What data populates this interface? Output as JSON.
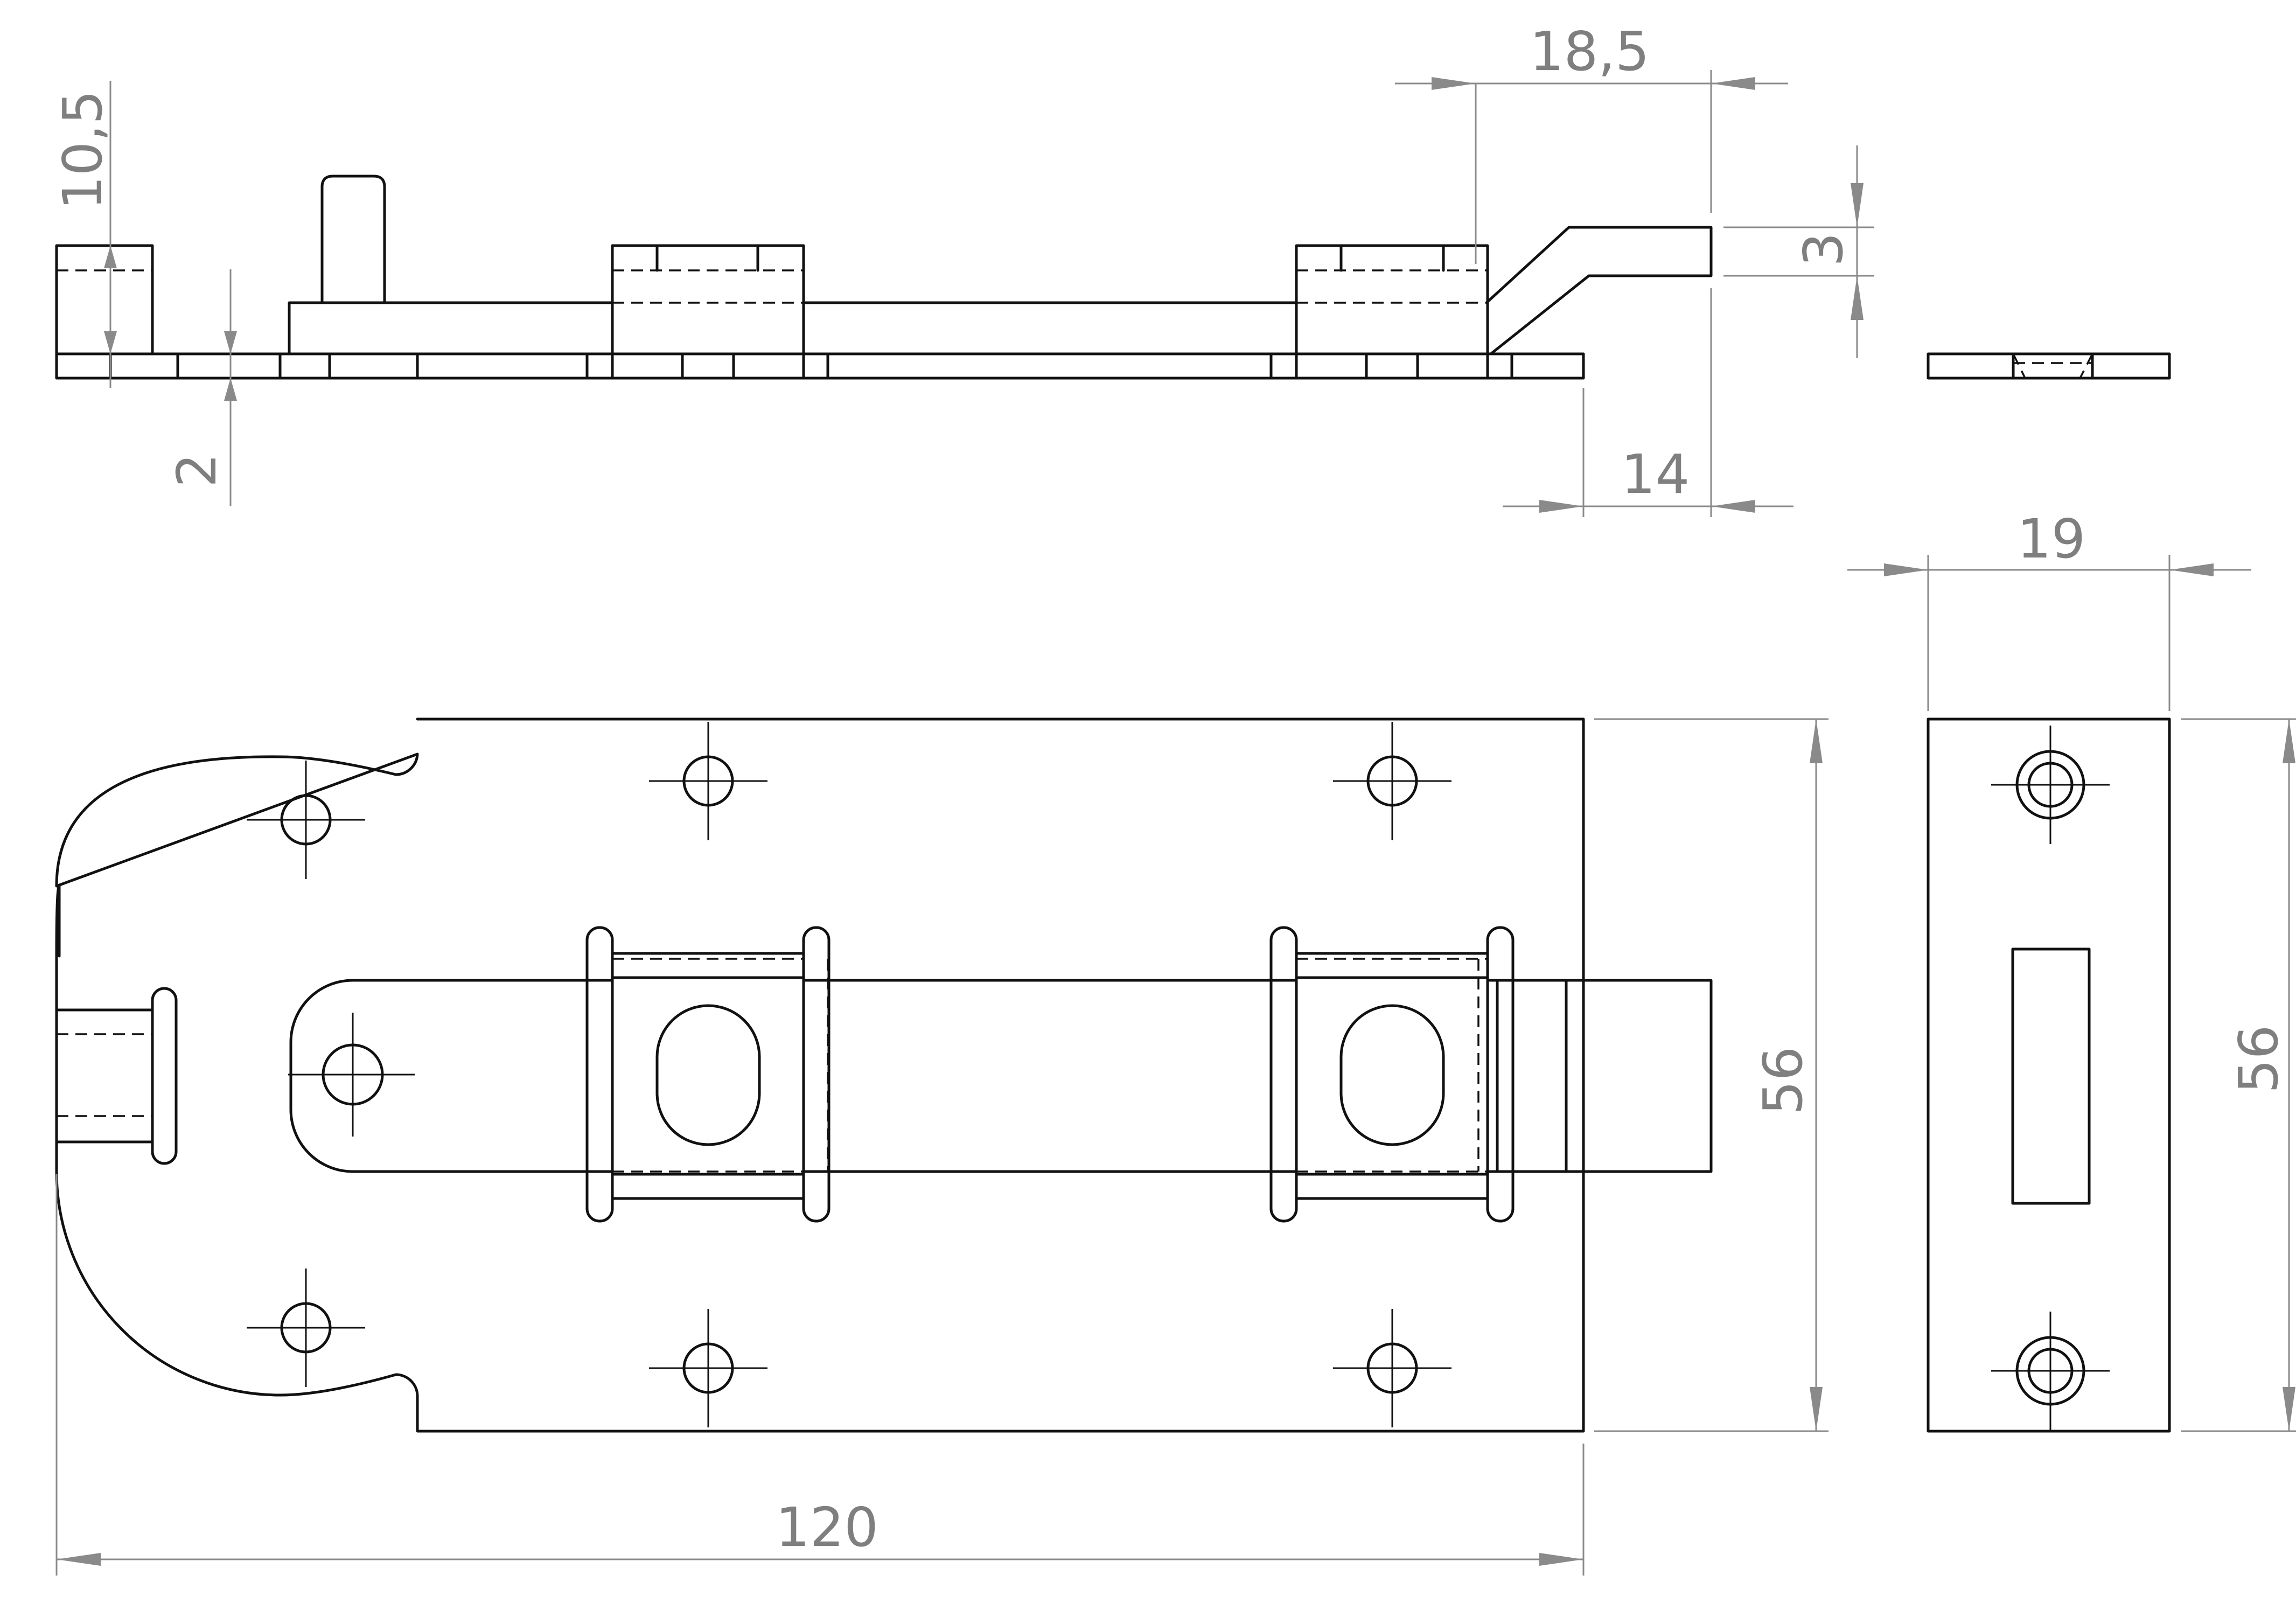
{
  "drawing": {
    "line_color": "#111111",
    "dimension_color": "#8a8a8a",
    "dimensions": {
      "d_10_5": "10,5",
      "d_2": "2",
      "d_18_5": "18,5",
      "d_3": "3",
      "d_14": "14",
      "d_19": "19",
      "d_56_front": "56",
      "d_56_keeper": "56",
      "d_120": "120"
    }
  }
}
